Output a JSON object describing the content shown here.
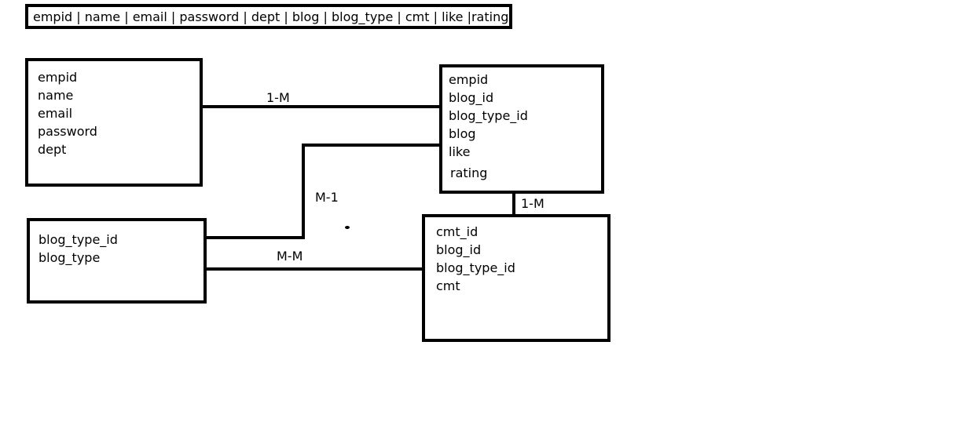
{
  "header": {
    "text": "empid | name | email | password | dept | blog | blog_type | cmt | like |rating"
  },
  "employee_box": {
    "fields": [
      "empid",
      "name",
      "email",
      "password",
      "dept"
    ]
  },
  "blog_box": {
    "fields": [
      "empid",
      "blog_id",
      "blog_type_id",
      "blog",
      "like",
      "rating"
    ]
  },
  "blog_type_box": {
    "fields": [
      "blog_type_id",
      "blog_type"
    ]
  },
  "comment_box": {
    "fields": [
      "cmt_id",
      "blog_id",
      "blog_type_id",
      "cmt"
    ]
  },
  "relations": {
    "employee_blog": "1-M",
    "blog_type_blog": "M-1",
    "blog_comment": "1-M",
    "blog_type_comment": "M-M"
  }
}
